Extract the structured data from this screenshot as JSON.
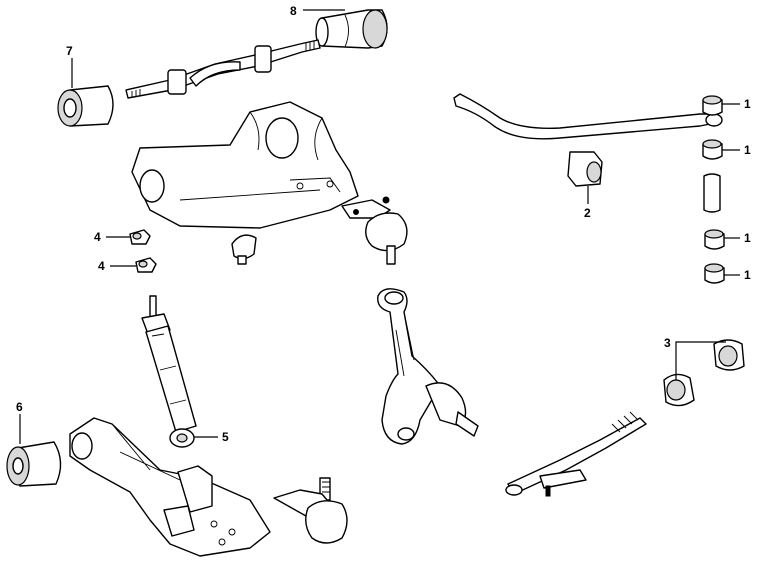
{
  "callouts": {
    "c1a": "1",
    "c1b": "1",
    "c1c": "1",
    "c1d": "1",
    "c2": "2",
    "c3": "3",
    "c4a": "4",
    "c4b": "4",
    "c5": "5",
    "c6": "6",
    "c7": "7",
    "c8": "8"
  }
}
